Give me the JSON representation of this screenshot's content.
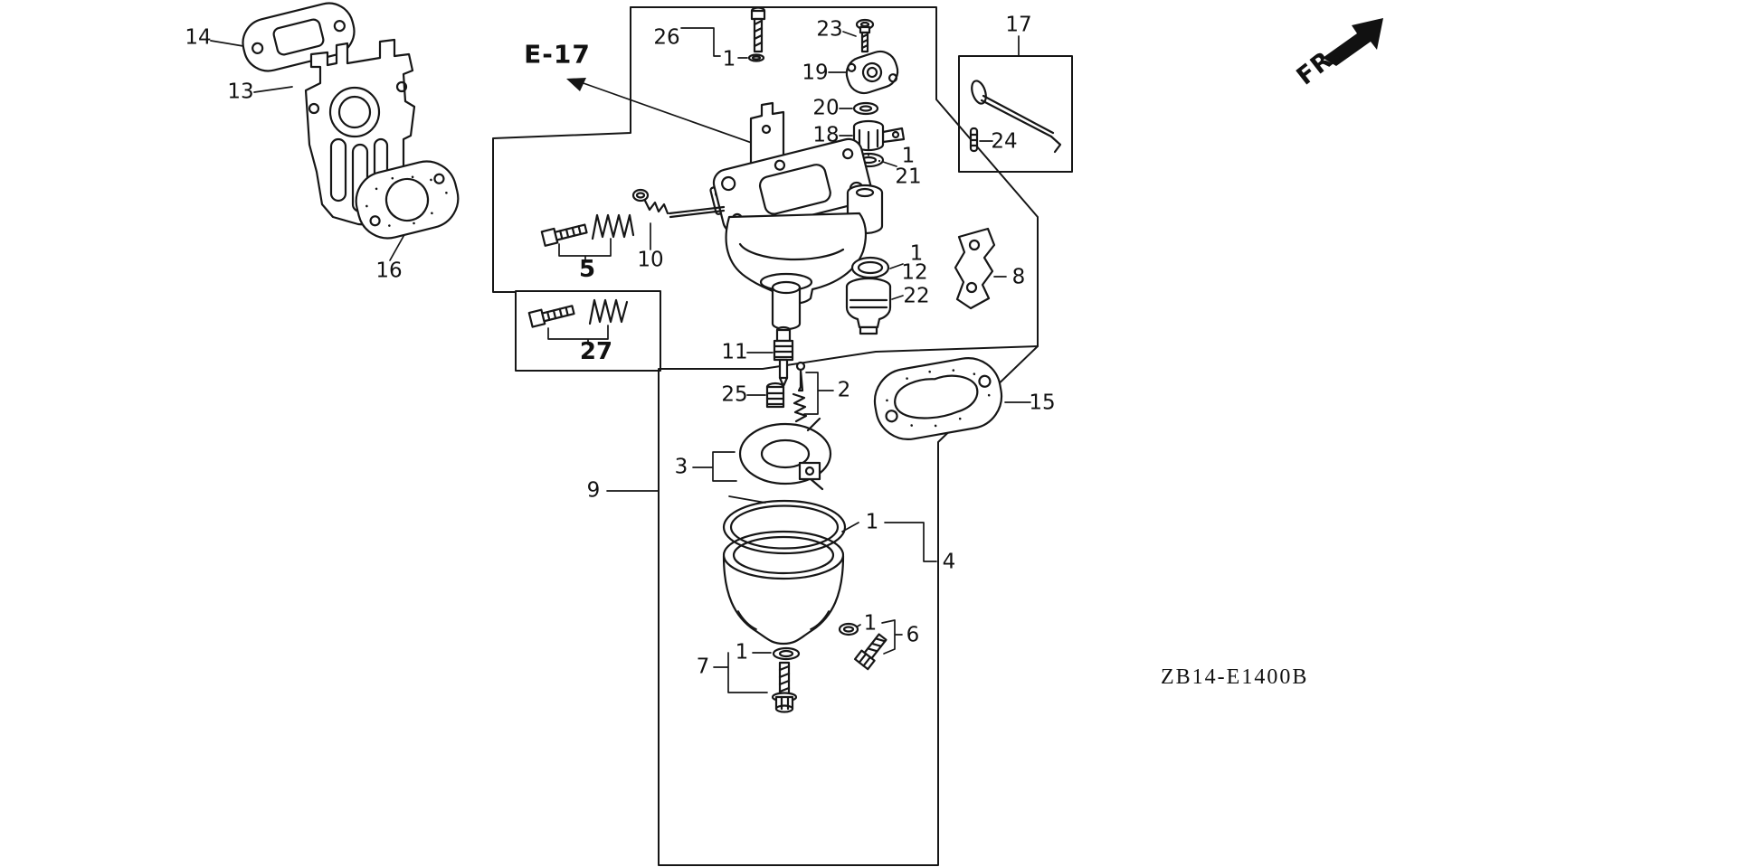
{
  "page": {
    "section_ref": "E-17",
    "front_label": "FR.",
    "diagram_code": "ZB14-E1400B",
    "background_color": "#ffffff",
    "line_color": "#161616"
  },
  "callouts": {
    "n14": "14",
    "n13": "13",
    "n16": "16",
    "n26": "26",
    "n26_1": "1",
    "n23": "23",
    "n19": "19",
    "n20": "20",
    "n18": "18",
    "n18_1": "1",
    "n21": "21",
    "n17": "17",
    "n24": "24",
    "n5": "5",
    "n10": "10",
    "n27": "27",
    "n11": "11",
    "n25": "25",
    "n2": "2",
    "n12_1": "1",
    "n12": "12",
    "n22": "22",
    "n8": "8",
    "n15": "15",
    "n3": "3",
    "n9": "9",
    "n4_1": "1",
    "n4": "4",
    "n6_1": "1",
    "n6": "6",
    "n7_1": "1",
    "n7": "7"
  }
}
